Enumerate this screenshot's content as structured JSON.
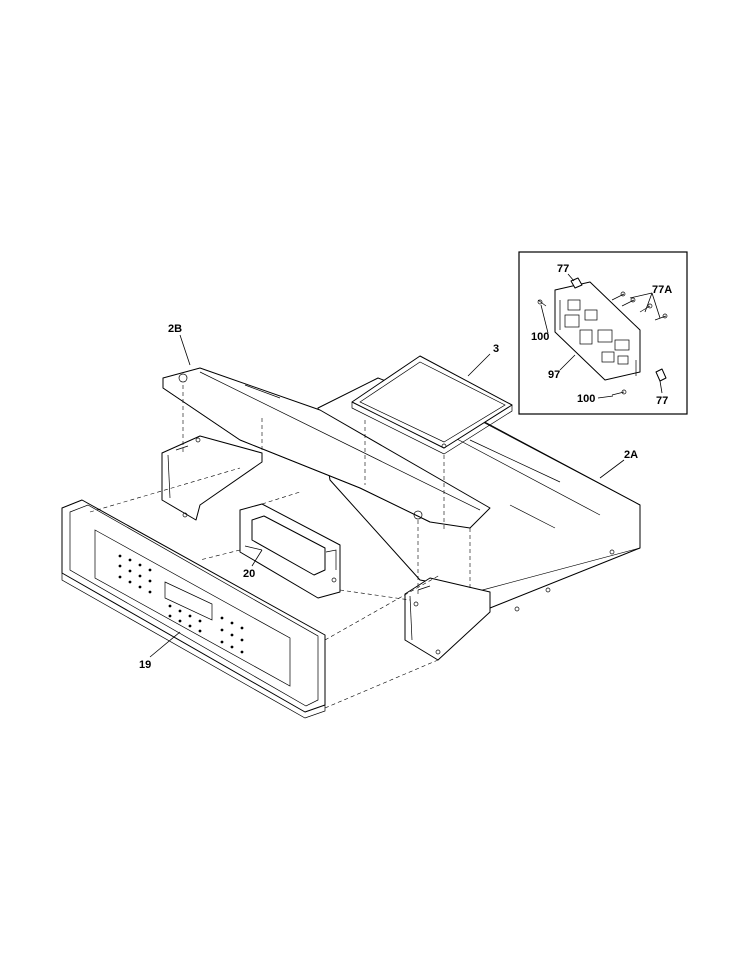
{
  "labels": {
    "top_panel_rear": "2B",
    "control_board_cover": "3",
    "top_panel_main": "2A",
    "display_board": "20",
    "control_panel": "19",
    "inset_fastener_top": "77",
    "inset_fastener_right": "77",
    "inset_screws": "77A",
    "inset_screw_left": "100",
    "inset_screw_bottom": "100",
    "inset_board": "97"
  }
}
